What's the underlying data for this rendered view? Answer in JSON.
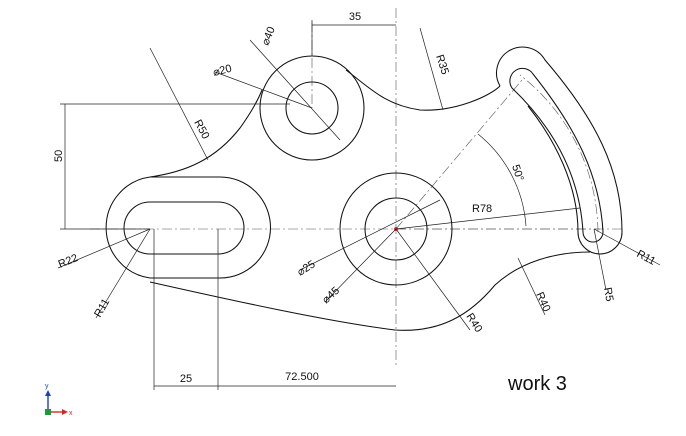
{
  "title": "work  3",
  "dimensions": {
    "top_width": "35",
    "top_outer_diameter": "⌀40",
    "top_inner_diameter": "⌀20",
    "arc_r50": "R50",
    "arc_r35": "R35",
    "height_50": "50",
    "angle_50": "50°",
    "radius_r78": "R78",
    "radius_r22": "R22",
    "radius_r11_left": "R11",
    "radius_r11_right": "R11",
    "radius_r5": "R5",
    "radius_r40_center": "R40",
    "radius_r40_right": "R40",
    "diameter_25": "⌀25",
    "diameter_45": "⌀45",
    "slot_length": "25",
    "center_distance": "72.500"
  },
  "axis_triad": {
    "x": "x",
    "y": "y",
    "x_color": "#d62728",
    "y_color": "#1f3fbf"
  }
}
